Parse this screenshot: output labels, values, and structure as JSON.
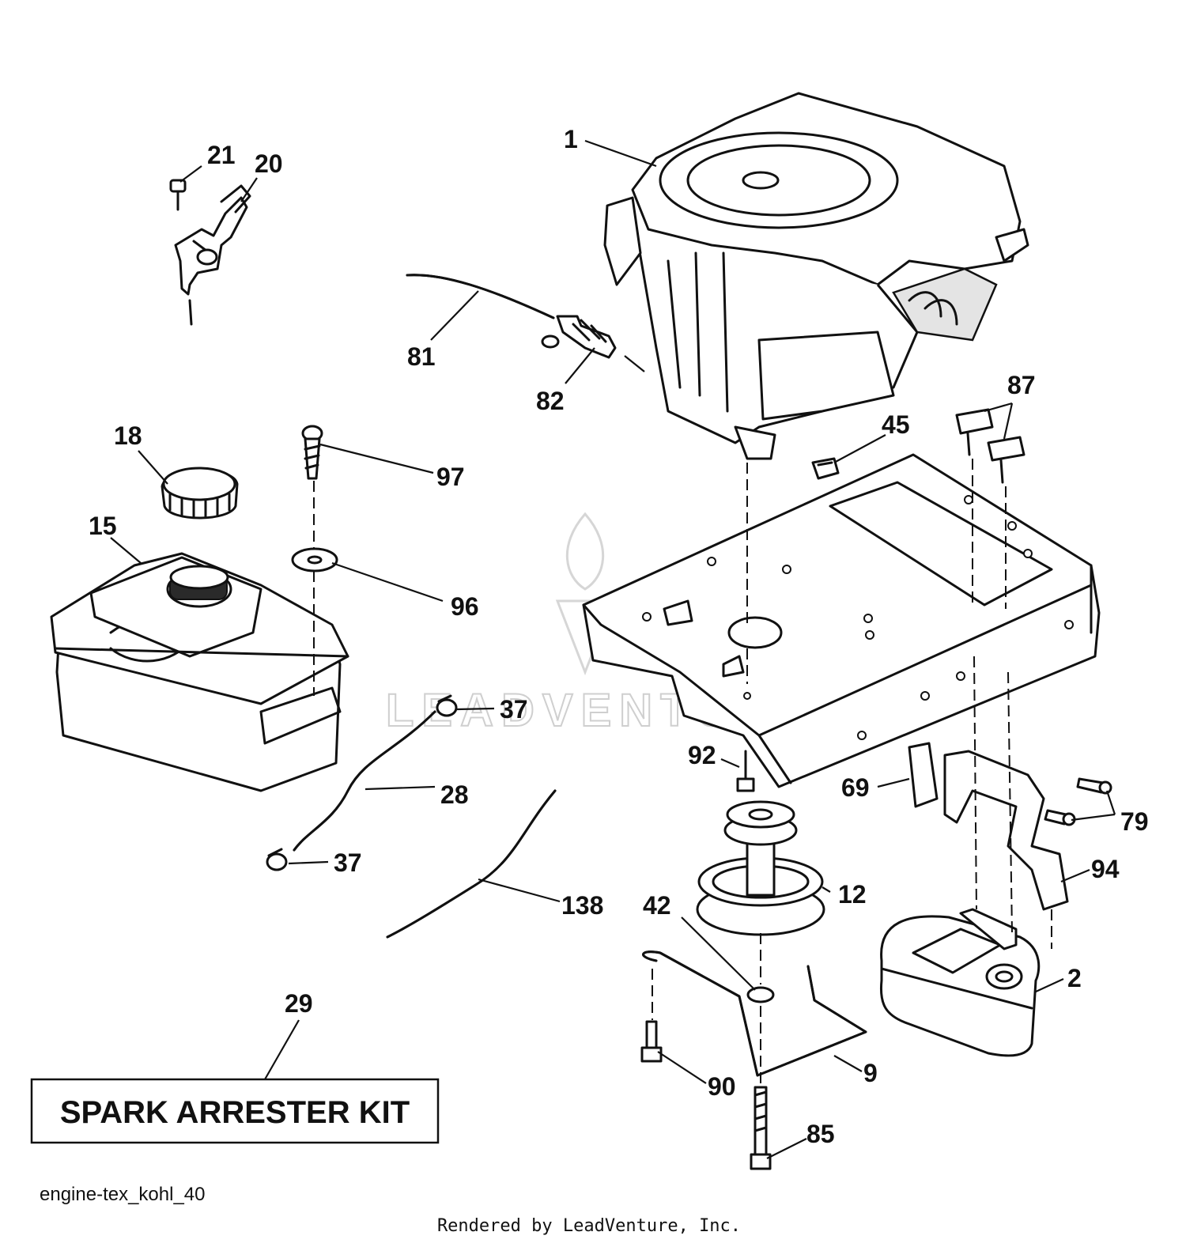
{
  "diagram_code": "engine-tex_kohl_40",
  "credit": "Rendered by LeadVenture, Inc.",
  "watermark": "LEADVENTURE",
  "kit_label": "SPARK ARRESTER KIT",
  "callouts": {
    "c1": "1",
    "c2": "2",
    "c9": "9",
    "c12": "12",
    "c15": "15",
    "c18": "18",
    "c20": "20",
    "c21": "21",
    "c28": "28",
    "c29": "29",
    "c37a": "37",
    "c37b": "37",
    "c42": "42",
    "c45": "45",
    "c69": "69",
    "c79": "79",
    "c81": "81",
    "c82": "82",
    "c85": "85",
    "c87": "87",
    "c90": "90",
    "c92": "92",
    "c94": "94",
    "c96": "96",
    "c97": "97",
    "c138": "138"
  },
  "colors": {
    "line": "#111111",
    "fill": "#ffffff",
    "watermark": "#cfcfcf"
  }
}
